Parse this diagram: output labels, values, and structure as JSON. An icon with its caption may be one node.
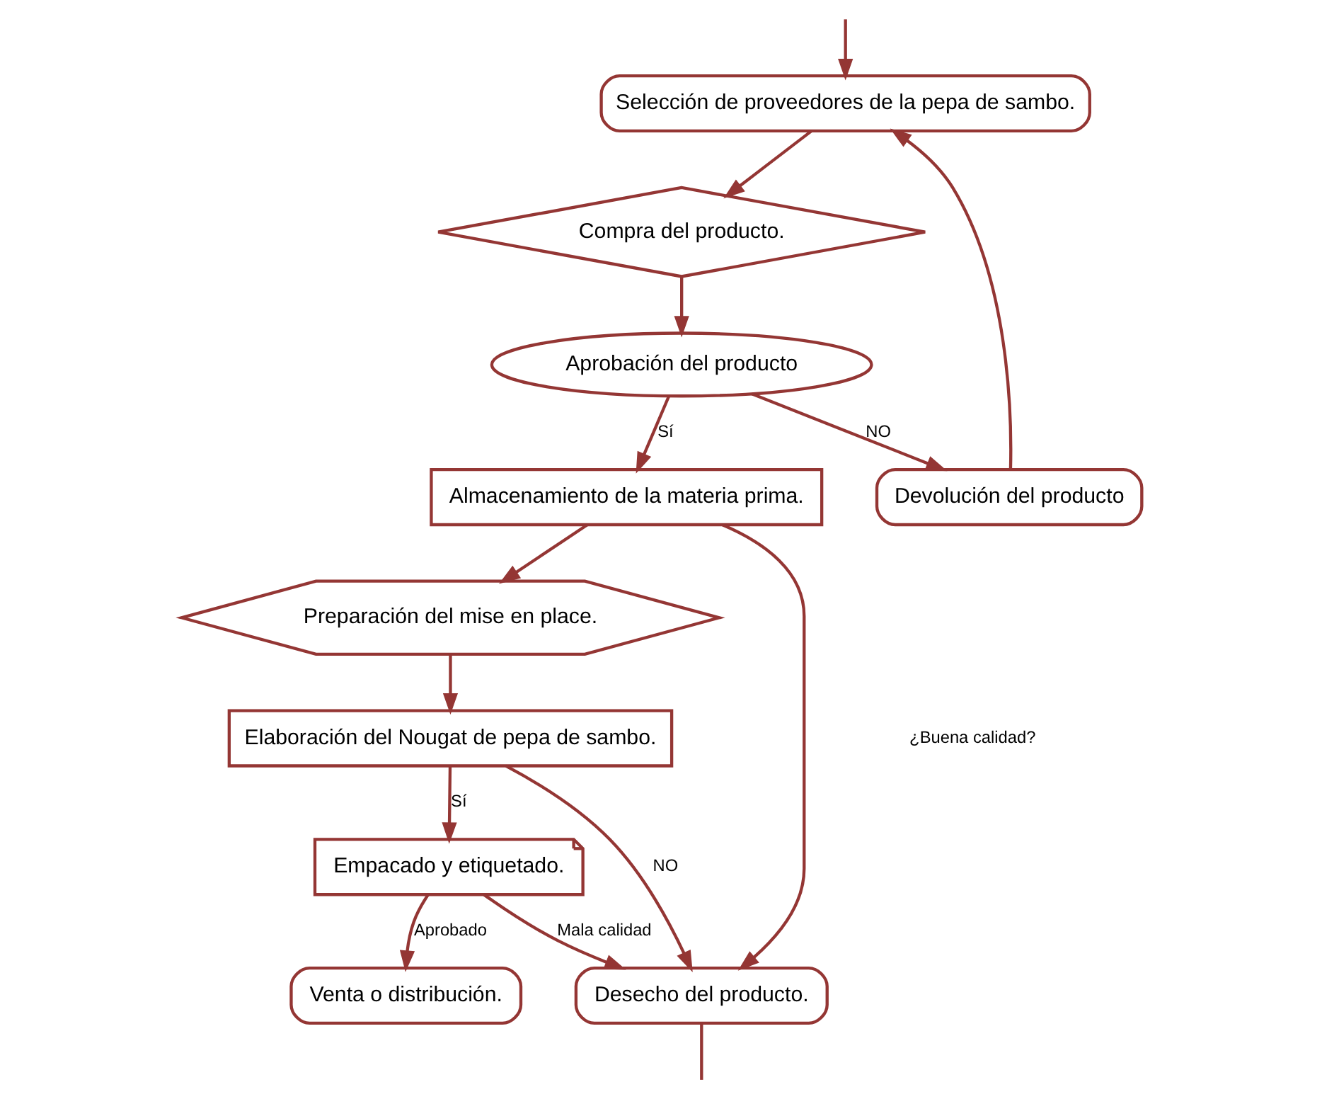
{
  "diagram": {
    "nodes": [
      {
        "text": [
          "Selección de proveedores de la pepa de sambo."
        ]
      },
      {
        "text": [
          "Compra del producto."
        ]
      },
      {
        "text": [
          "Aprobación del producto"
        ]
      },
      {
        "text": [
          "Devolución del producto"
        ]
      },
      {
        "text": [
          "Almacenamiento de la materia prima."
        ]
      },
      {
        "text": [
          "Preparación del mise en place."
        ]
      },
      {
        "text": [
          "Elaboración del Nougat de pepa de sambo."
        ]
      },
      {
        "text": [
          "Empacado y etiquetado."
        ]
      },
      {
        "text": [
          "Desecho del producto."
        ]
      },
      {
        "text": [
          "Venta o distribución."
        ]
      }
    ],
    "edges": [
      {
        "from": 0,
        "to": 1,
        "arrow": "to"
      },
      {
        "from": 1,
        "to": 2,
        "arrow": "to"
      },
      {
        "from": 2,
        "to": 3,
        "arrow": "to",
        "label": "NO"
      },
      {
        "from": 3,
        "to": 0,
        "arrow": "to"
      },
      {
        "from": 2,
        "to": 4,
        "arrow": "to",
        "label": "Sí"
      },
      {
        "from": 4,
        "to": 5,
        "arrow": "to"
      },
      {
        "from": 5,
        "to": 6,
        "arrow": "to"
      },
      {
        "from": 6,
        "to": 7,
        "arrow": "to",
        "label": "Sí"
      },
      {
        "from": 6,
        "to": 8,
        "arrow": "to",
        "label": "NO"
      },
      {
        "from": 7,
        "to": 8,
        "arrow": "to",
        "label": "Mala calidad"
      },
      {
        "from": 7,
        "to": 9,
        "arrow": "to",
        "label": "Aprobado"
      },
      {
        "from": 4,
        "to": 8,
        "arrow": "to"
      },
      {
        "from": 8,
        "to": null,
        "arrow": "none"
      },
      {
        "from": null,
        "to": 0,
        "arrow": "to"
      }
    ],
    "labels": [
      "¿Buena calidad?"
    ]
  }
}
